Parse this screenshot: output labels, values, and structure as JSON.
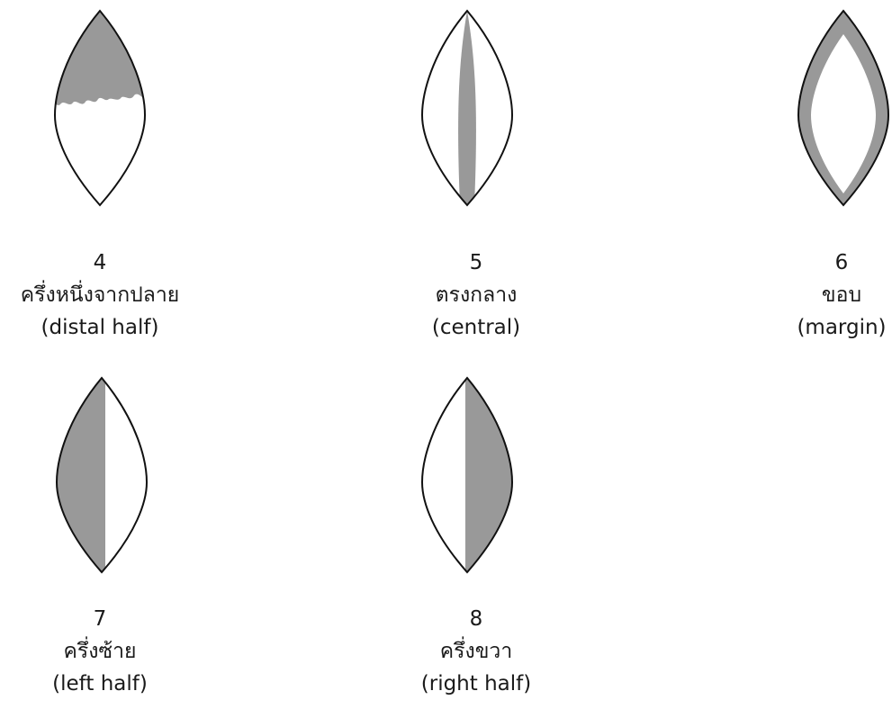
{
  "colors": {
    "fill": "#999999",
    "outline": "#111111",
    "background": "#ffffff"
  },
  "items": [
    {
      "number": "4",
      "thai": "ครึ่งหนึ่งจากปลาย",
      "english": "(distal half)",
      "pattern": "distal-half"
    },
    {
      "number": "5",
      "thai": "ตรงกลาง",
      "english": "(central)",
      "pattern": "central"
    },
    {
      "number": "6",
      "thai": "ขอบ",
      "english": "(margin)",
      "pattern": "margin"
    },
    {
      "number": "7",
      "thai": "ครึ่งซ้าย",
      "english": "(left half)",
      "pattern": "left-half"
    },
    {
      "number": "8",
      "thai": "ครึ่งขวา",
      "english": "(right half)",
      "pattern": "right-half"
    }
  ]
}
